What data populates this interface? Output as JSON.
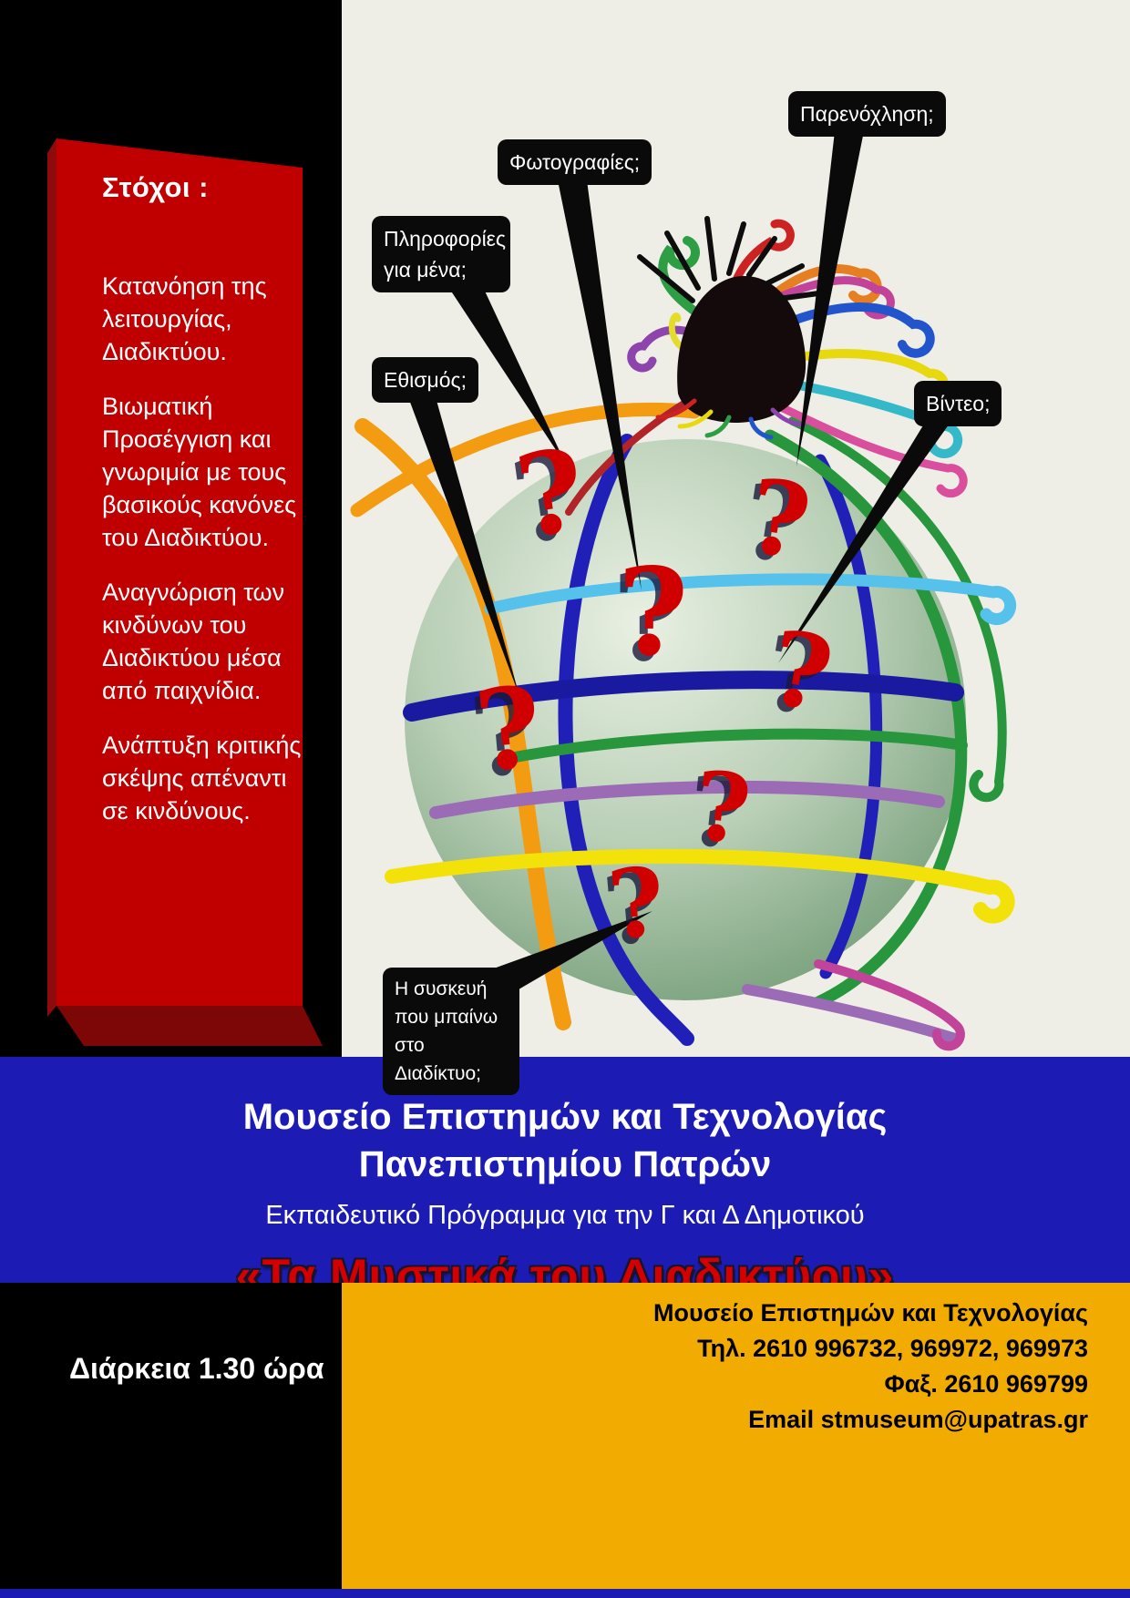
{
  "goals": {
    "title": "Στόχοι :",
    "items": [
      "Κατανόηση της λειτουργίας, Διαδικτύου.",
      "Βιωματική Προσέγγιση και γνωριμία με τους βασικούς κανόνες του Διαδικτύου.",
      "Αναγνώριση των  κινδύνων του Διαδικτύου μέσα από παιχνίδια.",
      "Ανάπτυξη κριτικής σκέψης απέναντι σε κινδύνους."
    ]
  },
  "callouts": {
    "harassment": "Παρενόχληση;",
    "photos": "Φωτογραφίες;",
    "info_about_me": "Πληροφορίες για μένα;",
    "addiction": "Εθισμός;",
    "video": "Βίντεο;",
    "device": "Η συσκευή που μπαίνω  στο Διαδίκτυο;"
  },
  "globe": {
    "question_mark": "?"
  },
  "banner": {
    "line1": "Μουσείο  Επιστημών και Τεχνολογίας",
    "line2": "Πανεπιστημίου Πατρών",
    "line3": "Εκπαιδευτικό Πρόγραμμα για την Γ και Δ Δημοτικού",
    "title": "«Τα Μυστικά του Διαδικτύου»"
  },
  "footer": {
    "duration": "Διάρκεια  1.30 ώρα",
    "contact": [
      "Μουσείο Επιστημών και Τεχνολογίας",
      "Τηλ. 2610 996732, 969972, 969973",
      "Φαξ. 2610 969799",
      "Email stmuseum@upatras.gr"
    ]
  },
  "colors": {
    "red_panel": "#c00000",
    "red_panel_dark": "#7d0606",
    "blue_band": "#1c1cb4",
    "yellow_panel": "#f2ab00",
    "cream": "#efeee6",
    "title_red": "#d40000"
  }
}
